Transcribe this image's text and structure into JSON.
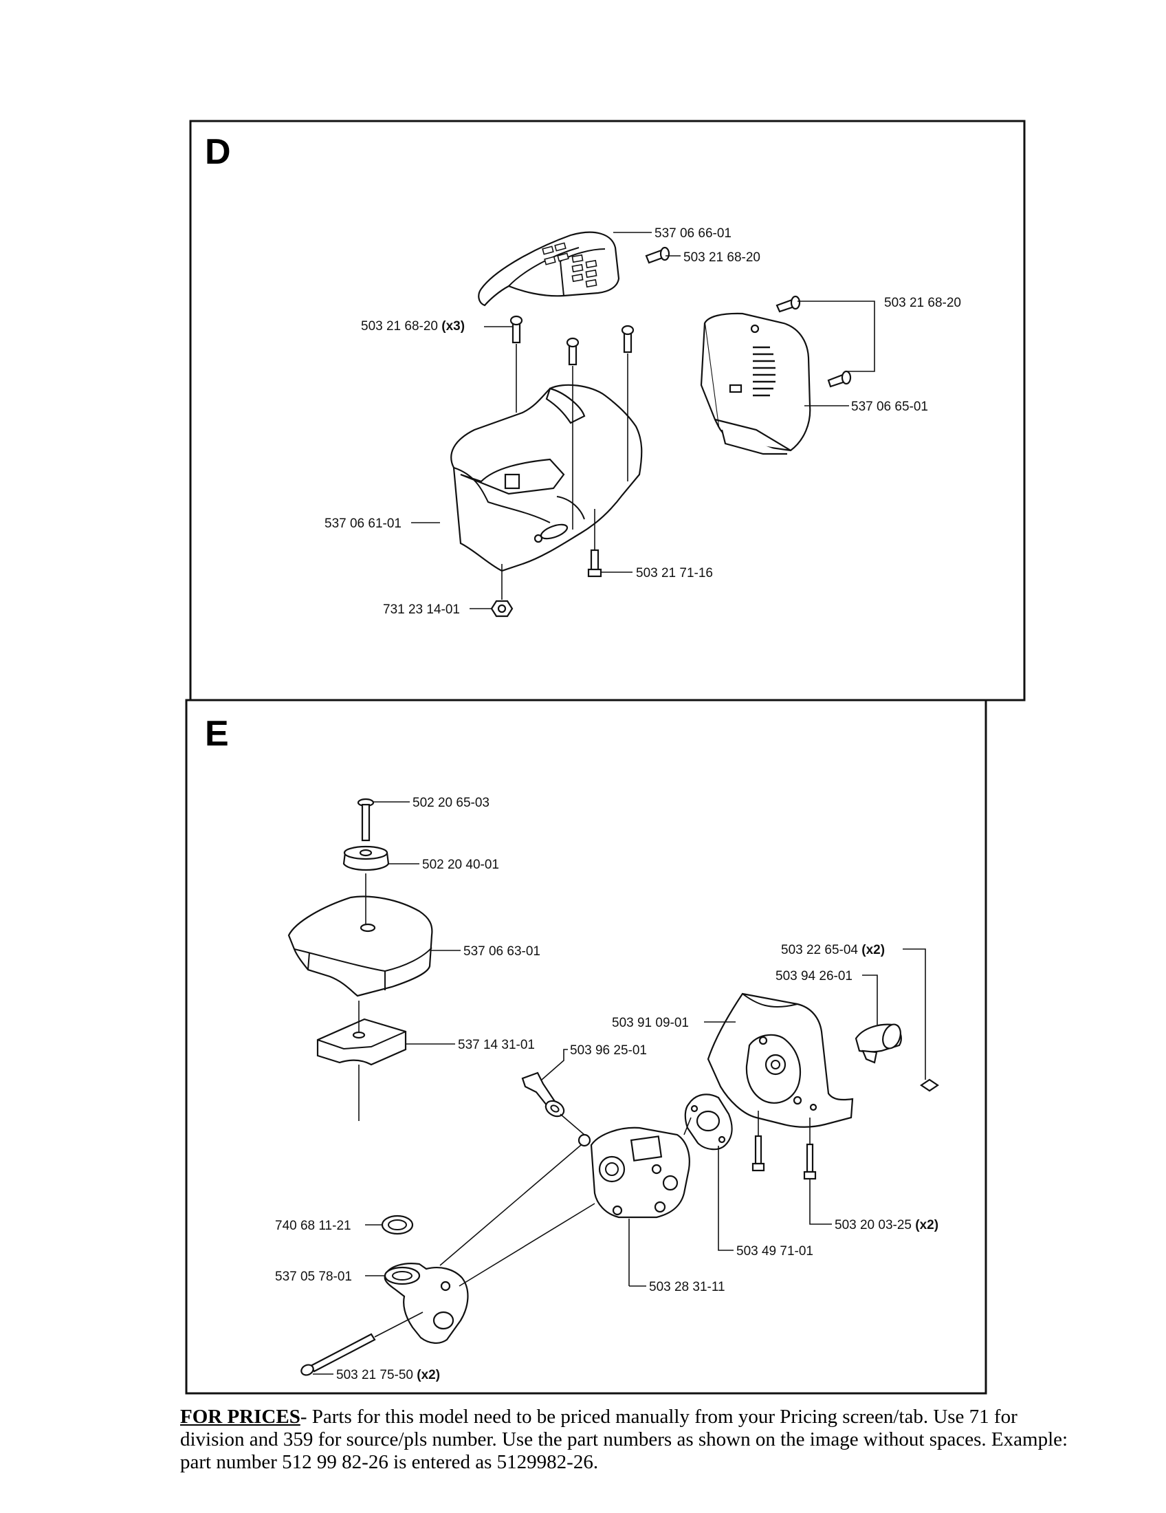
{
  "sections": [
    {
      "letter": "D"
    },
    {
      "letter": "E"
    }
  ],
  "callouts": {
    "d_top_cover": "537 06 66-01",
    "d_top_cover_screw": "503 21 68-20",
    "d_side_cover_screw": "503 21 68-20",
    "d_screws_x3": "503 21 68-20",
    "d_side_cover": "537 06 65-01",
    "d_cylinder_cover": "537 06 61-01",
    "d_screw_bottom": "503 21 71-16",
    "d_nut": "731 23 14-01",
    "e_screw_top": "502 20 65-03",
    "e_knob": "502 20 40-01",
    "e_air_filter_cover": "537 06 63-01",
    "e_filter": "537 14 31-01",
    "e_bracket_screw_x2": "503 22 65-04",
    "e_clamp": "503 94 26-01",
    "e_carb_holder": "503 91 09-01",
    "e_lever": "503 96 25-01",
    "e_intake_ring": "740 68 11-21",
    "e_intake": "537 05 78-01",
    "e_long_screw_x2": "503 21 75-50",
    "e_carburetor": "503 28 31-11",
    "e_gasket": "503 49 71-01",
    "e_screw_x2": "503 20 03-25"
  },
  "qty": {
    "x2": "(x2)",
    "x3": "(x3)"
  },
  "note": {
    "heading": "FOR PRICES",
    "text": "- Parts for this model need to be priced manually from your Pricing screen/tab. Use 71 for division and 359 for source/pls number.  Use the part numbers as shown on the image without spaces.  Example: part number 512 99 82-26 is entered as 5129982-26."
  }
}
